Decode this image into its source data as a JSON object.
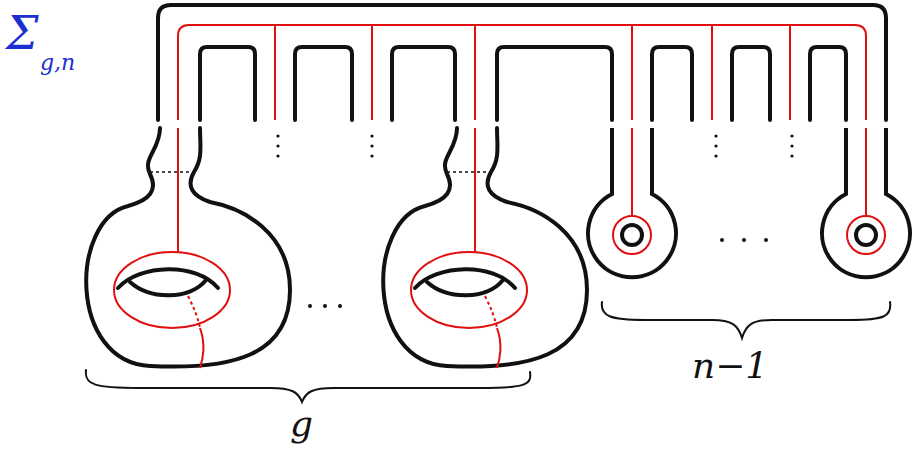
{
  "diagram": {
    "labels": [
      "Σ",
      "g,n",
      "g",
      "n−1"
    ]
  }
}
